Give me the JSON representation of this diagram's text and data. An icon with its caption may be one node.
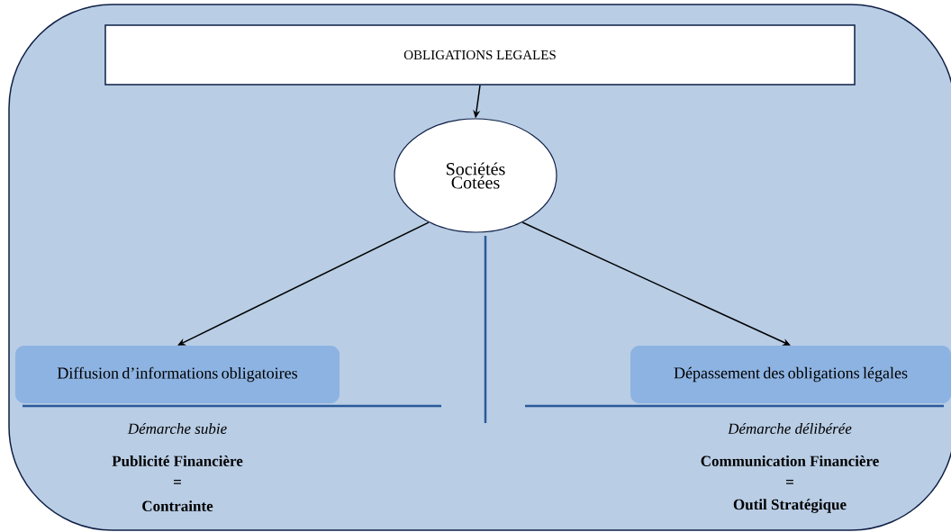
{
  "diagram": {
    "nodes": [
      {
        "text": [
          "OBLIGATIONS LEGALES"
        ]
      },
      {
        "text": [
          "Sociétés Cotées"
        ]
      },
      {
        "text": [
          "Diffusion d’informations obligatoires"
        ]
      },
      {
        "text": [
          "Dépassement des obligations légales"
        ]
      }
    ],
    "edges": [
      {
        "from": 0,
        "to": 1,
        "arrow": "to"
      },
      {
        "from": 1,
        "to": 2,
        "arrow": "to"
      },
      {
        "from": 1,
        "to": 3,
        "arrow": "to"
      }
    ],
    "labels": [
      "Démarche subie",
      "Publicité Financière",
      "=",
      "Contrainte",
      "Démarche délibérée",
      "Communication Financière",
      "=",
      "Outil Stratégique"
    ]
  }
}
